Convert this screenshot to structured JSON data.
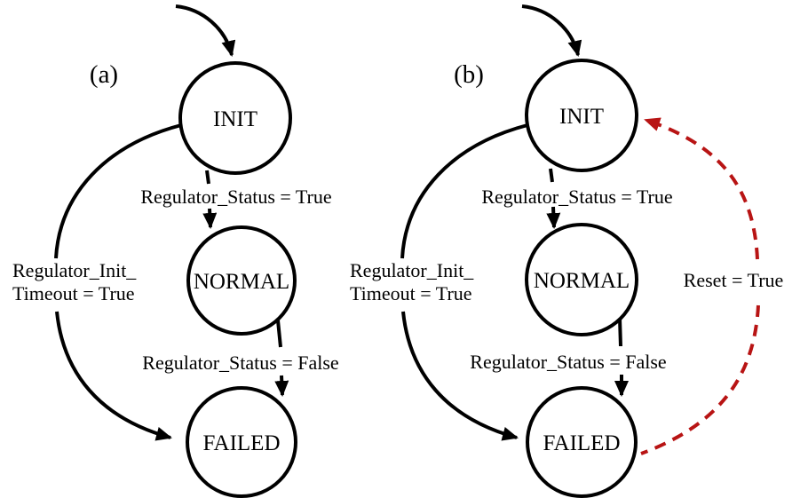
{
  "figure": {
    "kind": "state-machine-comparison"
  },
  "colors": {
    "line": "#000000",
    "reset_transition": "#B81414",
    "background": "#FFFFFF"
  },
  "panel_a": {
    "label": "(a)",
    "states": {
      "init": "INIT",
      "normal": "NORMAL",
      "failed": "FAILED"
    },
    "transitions": {
      "init_to_normal": "Regulator_Status = True",
      "normal_to_failed": "Regulator_Status = False",
      "init_to_failed_line1": "Regulator_Init_",
      "init_to_failed_line2": "Timeout = True"
    }
  },
  "panel_b": {
    "label": "(b)",
    "states": {
      "init": "INIT",
      "normal": "NORMAL",
      "failed": "FAILED"
    },
    "transitions": {
      "init_to_normal": "Regulator_Status = True",
      "normal_to_failed": "Regulator_Status = False",
      "init_to_failed_line1": "Regulator_Init_",
      "init_to_failed_line2": "Timeout = True",
      "failed_to_init": "Reset = True"
    }
  }
}
